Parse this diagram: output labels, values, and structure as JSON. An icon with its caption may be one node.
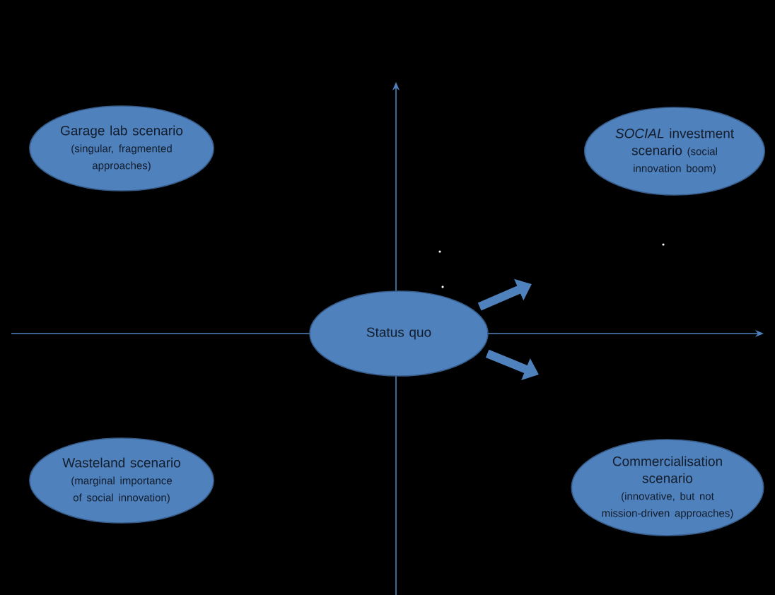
{
  "diagram": {
    "nodes": [
      {
        "text": [
          "Garage lab scenario",
          "(singular, fragmented approaches)"
        ]
      },
      {
        "text": [
          "*SOCIAL* investment scenario",
          "(social innovation boom)"
        ]
      },
      {
        "text": [
          "Status quo"
        ]
      },
      {
        "text": [
          "Wasteland scenario",
          "(marginal importance of social innovation)"
        ]
      },
      {
        "text": [
          "Commercialisation scenario",
          "(innovative, but not mission-driven approaches)"
        ]
      }
    ],
    "edges": [
      {
        "from": 2,
        "to": null,
        "arrow": "to"
      },
      {
        "from": 2,
        "to": null,
        "arrow": "to"
      }
    ]
  }
}
